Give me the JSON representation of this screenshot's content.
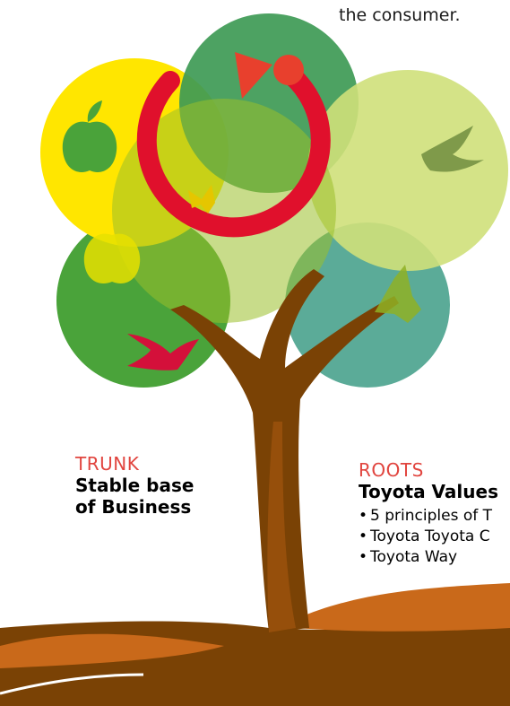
{
  "top_caption": "the consumer.",
  "trunk": {
    "heading": "TRUNK",
    "title_line1": "Stable base",
    "title_line2": "of Business"
  },
  "roots": {
    "heading": "ROOTS",
    "title": "Toyota Values",
    "items": [
      "5 principles of T",
      "Toyota Toyota C",
      "Toyota Way"
    ]
  },
  "colors": {
    "trunk_brown": "#7a4205",
    "root_orange": "#c9691a",
    "leaf_yellow": "#ffe600",
    "leaf_green": "#4aa33a",
    "leaf_lime": "#cfe07a",
    "leaf_teal": "#3e9c86",
    "cycle_arrow_red": "#e0102c",
    "heading_red": "#e1453f"
  },
  "icons": [
    "apple-icon",
    "bird-icon",
    "butterfly-icon",
    "cycle-arrow-icon"
  ]
}
